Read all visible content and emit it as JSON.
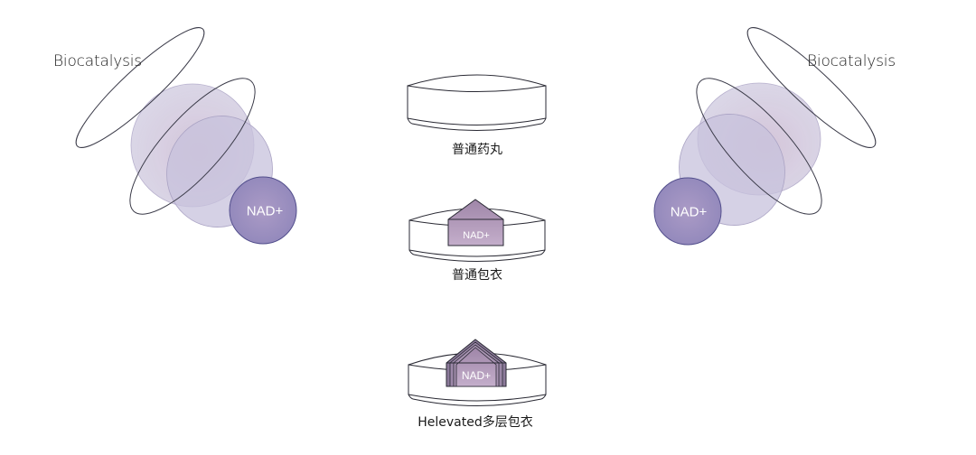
{
  "left_molecule": {
    "label": "Biocatalysis",
    "nad_label": "NAD+"
  },
  "right_molecule": {
    "label": "Biocatalysis",
    "nad_label": "NAD+"
  },
  "pills": [
    {
      "caption": "普通药丸"
    },
    {
      "caption": "普通包衣",
      "nad_label": "NAD+"
    },
    {
      "caption": "Helevated多层包衣",
      "nad_label": "NAD+"
    }
  ],
  "colors": {
    "outline": "#333344",
    "sphere_fill": "#c9c2da",
    "nad_fill": "#9d90bf",
    "nad_stroke": "#55508a",
    "core_fill": "#b5a0bf"
  }
}
